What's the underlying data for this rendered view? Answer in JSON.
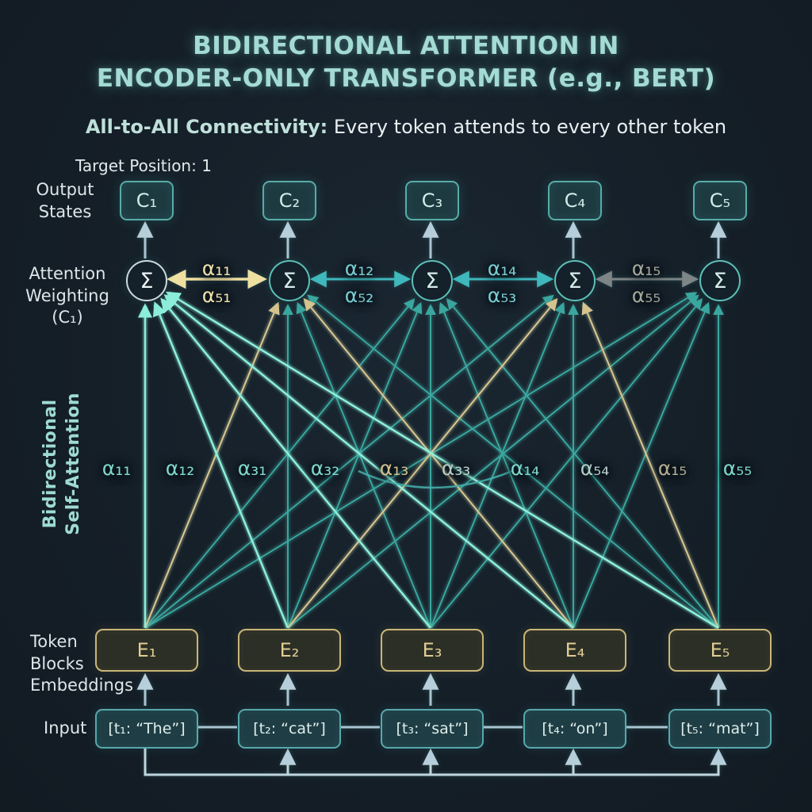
{
  "title": {
    "line1": "BIDIRECTIONAL ATTENTION IN",
    "line2": "ENCODER-ONLY TRANSFORMER (e.g., BERT)"
  },
  "subtitle": {
    "lead": "All-to-All Connectivity:",
    "rest": " Every token attends to every other token"
  },
  "annotations": {
    "target_position": "Target Position: 1"
  },
  "side_labels": {
    "output_states": [
      "Output",
      "States"
    ],
    "attention_weighting": [
      "Attention",
      "Weighting",
      "(C₁)"
    ],
    "bidirectional": [
      "Bidirectional",
      "Self-Attention"
    ],
    "token_embeddings": [
      "Token",
      "Blocks",
      "Embeddings"
    ],
    "input": "Input"
  },
  "nodes": {
    "outputs": [
      "C₁",
      "C₂",
      "C₃",
      "C₄",
      "C₅"
    ],
    "sigma_symbol": "Σ",
    "embeddings": [
      "E₁",
      "E₂",
      "E₃",
      "E₄",
      "E₅"
    ],
    "inputs": [
      "[t₁: “The”]",
      "[t₂: “cat”]",
      "[t₃: “sat”]",
      "[t₄: “on”]",
      "[t₅: “mat”]"
    ]
  },
  "pair_arrows": [
    {
      "above": "α₁₁",
      "below": "α₅₁",
      "label_color": "#f0e3a9",
      "arrow_color": "#efe0a2"
    },
    {
      "above": "α₁₂",
      "below": "α₅₂",
      "label_color": "#79ced4",
      "arrow_color": "#3fb8bd"
    },
    {
      "above": "α₁₄",
      "below": "α₅₃",
      "label_color": "#79ced4",
      "arrow_color": "#3fb8bd"
    },
    {
      "above": "α₁₅",
      "below": "α₅₅",
      "label_color": "#a5a89b",
      "arrow_color": "#7d8587"
    }
  ],
  "edge_labels": [
    {
      "text": "α₁₁",
      "color": "#7fd8cd"
    },
    {
      "text": "α₁₂",
      "color": "#7fd8cd"
    },
    {
      "text": "α₃₁",
      "color": "#7fd8cd"
    },
    {
      "text": "α₃₂",
      "color": "#7fd8cd"
    },
    {
      "text": "α₁₃",
      "color": "#d2c08c"
    },
    {
      "text": "α₃₃",
      "color": "#b7cdc8"
    },
    {
      "text": "α₁₄",
      "color": "#7fd8cd"
    },
    {
      "text": "α₅₄",
      "color": "#b7cdc8"
    },
    {
      "text": "α₁₅",
      "color": "#b5ad93"
    },
    {
      "text": "α₅₅",
      "color": "#7fd8cd"
    }
  ],
  "connections": [
    {
      "from": 1,
      "to": 3,
      "style": "teal"
    },
    {
      "from": 2,
      "to": 3,
      "style": "teal"
    },
    {
      "from": 3,
      "to": 3,
      "style": "teal"
    },
    {
      "from": 4,
      "to": 3,
      "style": "teal"
    },
    {
      "from": 5,
      "to": 3,
      "style": "teal"
    },
    {
      "from": 1,
      "to": 5,
      "style": "teal"
    },
    {
      "from": 2,
      "to": 5,
      "style": "teal"
    },
    {
      "from": 3,
      "to": 5,
      "style": "teal"
    },
    {
      "from": 4,
      "to": 5,
      "style": "teal"
    },
    {
      "from": 5,
      "to": 5,
      "style": "teal"
    },
    {
      "from": 2,
      "to": 2,
      "style": "teal"
    },
    {
      "from": 3,
      "to": 2,
      "style": "teal"
    },
    {
      "from": 5,
      "to": 2,
      "style": "teal"
    },
    {
      "from": 1,
      "to": 4,
      "style": "teal"
    },
    {
      "from": 3,
      "to": 4,
      "style": "teal"
    },
    {
      "from": 4,
      "to": 4,
      "style": "teal"
    },
    {
      "from": 1,
      "to": 2,
      "style": "tan"
    },
    {
      "from": 4,
      "to": 2,
      "style": "tan"
    },
    {
      "from": 2,
      "to": 4,
      "style": "tan"
    },
    {
      "from": 5,
      "to": 4,
      "style": "tan"
    },
    {
      "from": 1,
      "to": 1,
      "style": "mint"
    },
    {
      "from": 2,
      "to": 1,
      "style": "mint"
    },
    {
      "from": 3,
      "to": 1,
      "style": "mint"
    },
    {
      "from": 4,
      "to": 1,
      "style": "mint"
    },
    {
      "from": 5,
      "to": 1,
      "style": "mint"
    }
  ],
  "colors": {
    "background": "#151f28",
    "title": "#a4dbd4",
    "mint_line": "#8ceeda",
    "teal_line": "#3aa79f",
    "tan_line": "#d5c38e",
    "connector": "#aac5d2"
  }
}
